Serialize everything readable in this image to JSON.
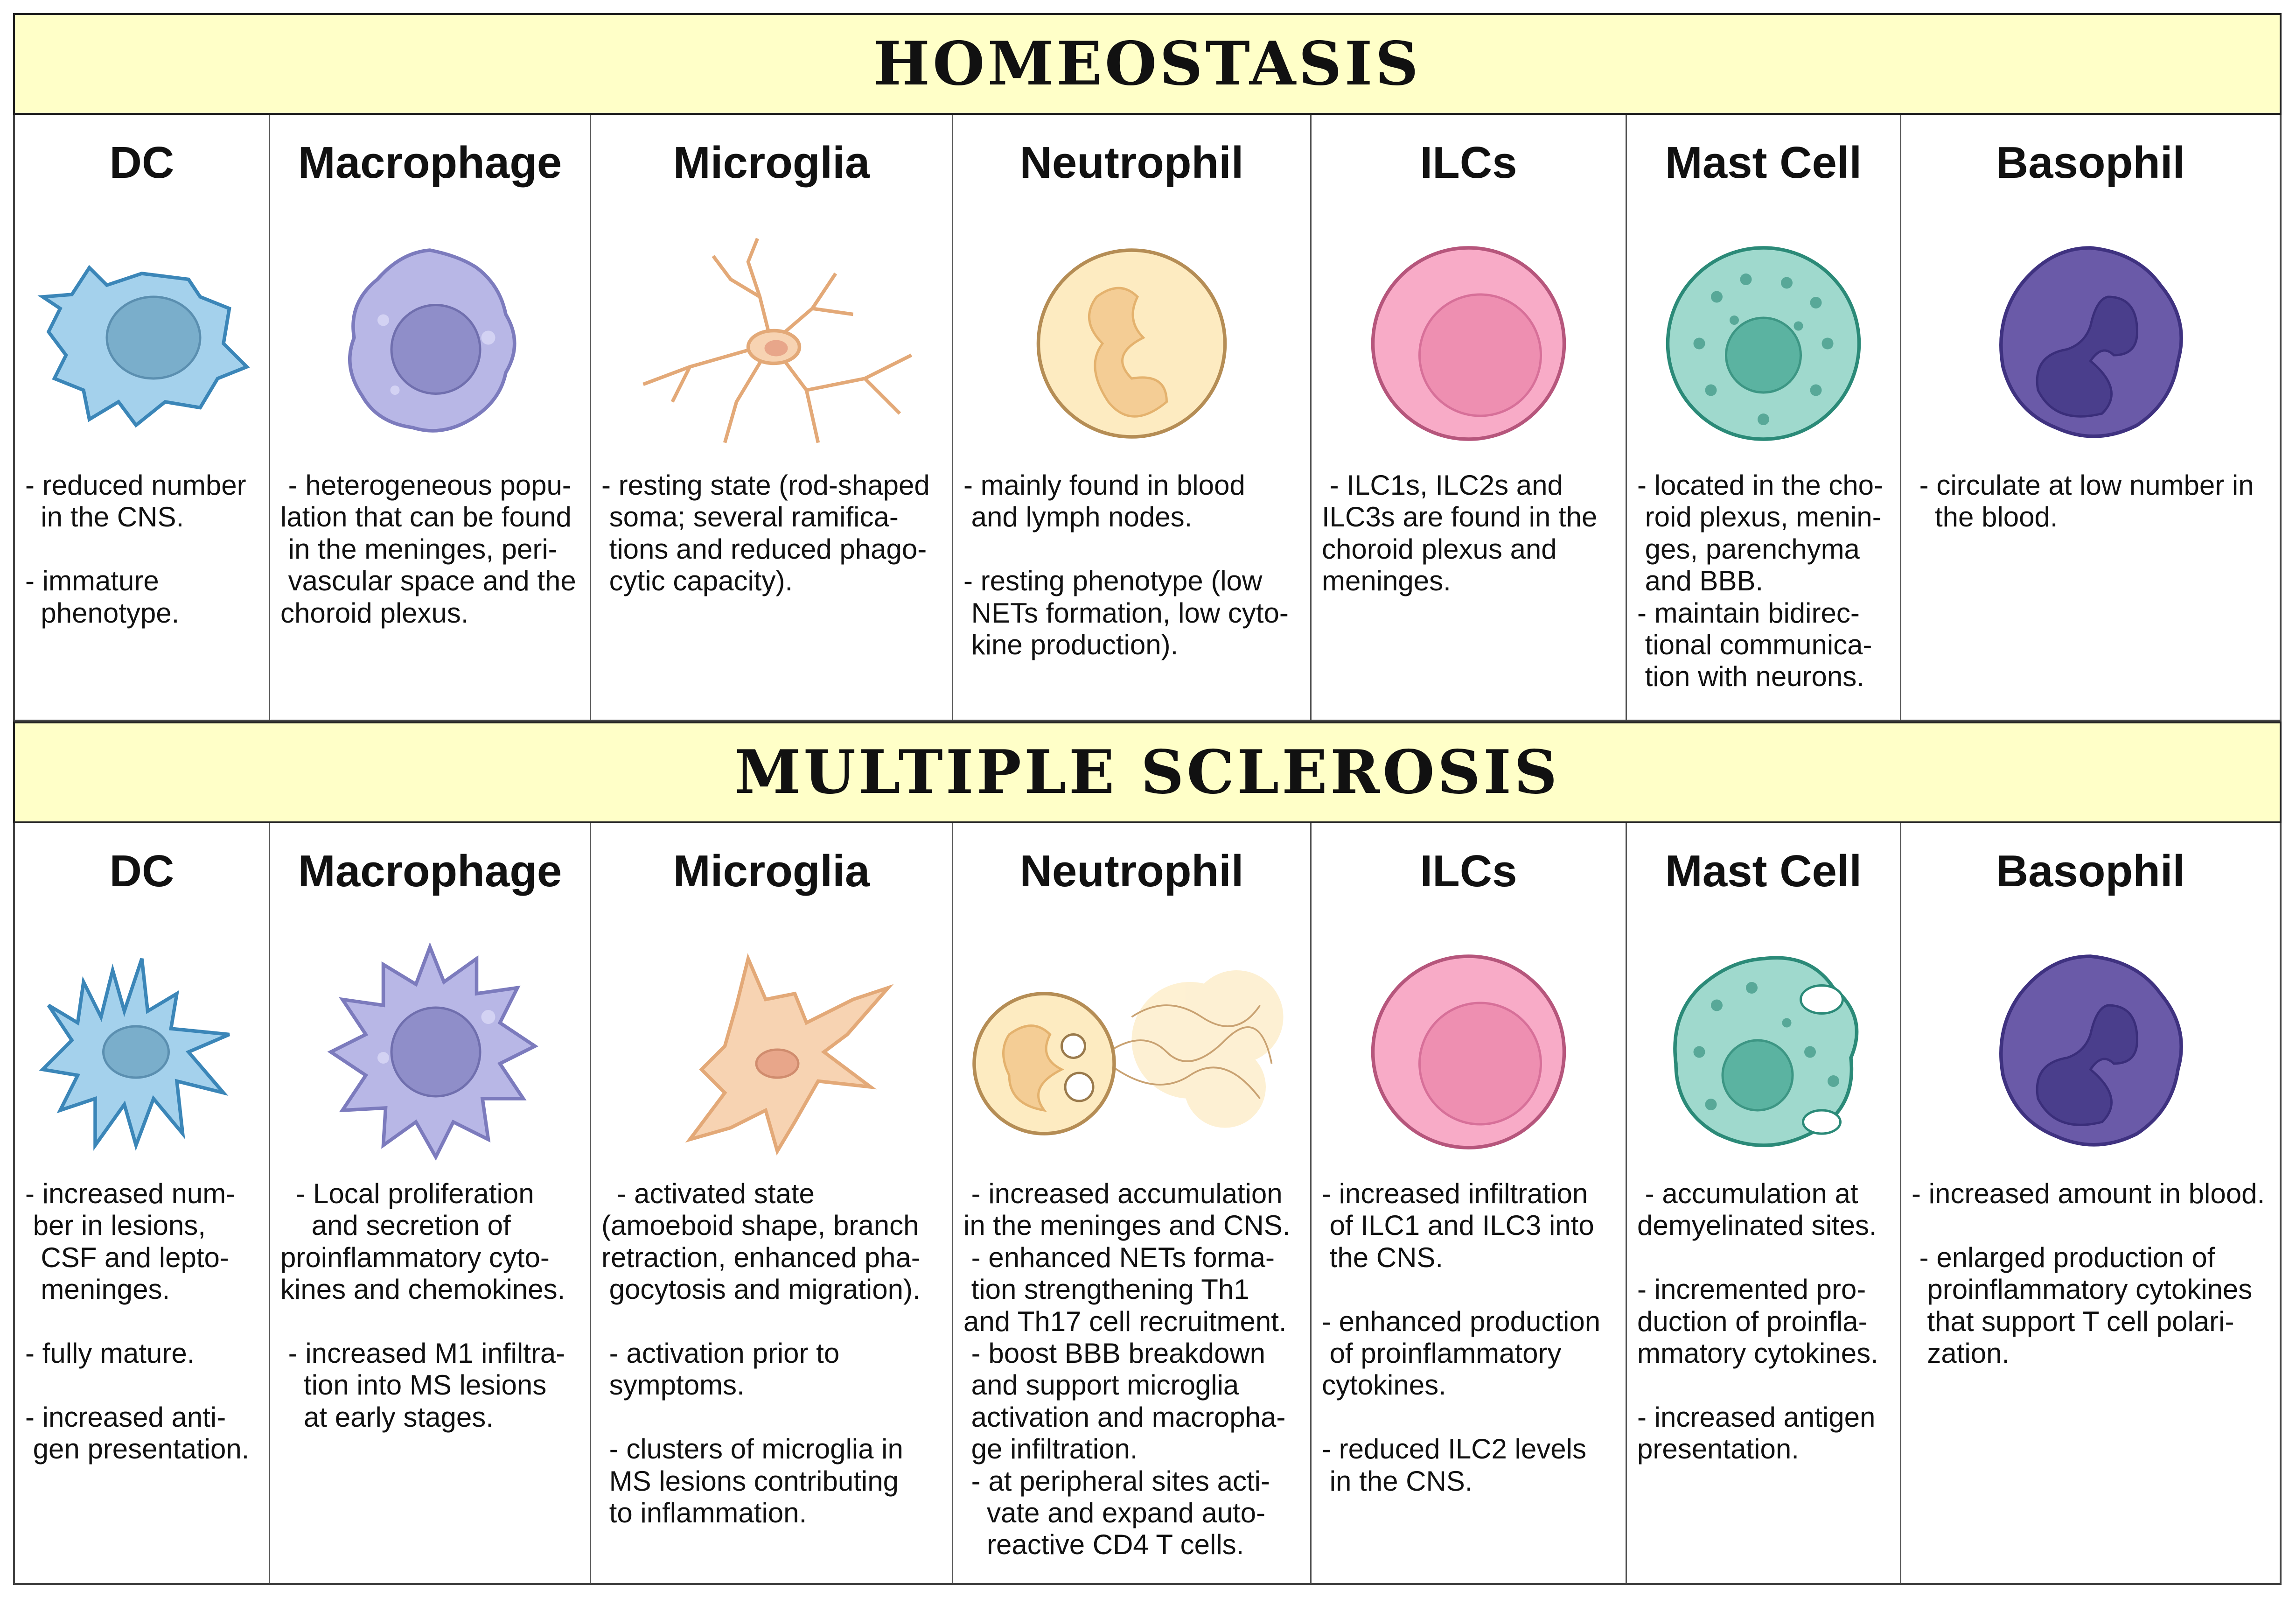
{
  "sections": [
    {
      "title": "HOMEOSTASIS",
      "cells": [
        {
          "name": "DC",
          "text": "- reduced number\n  in the CNS.\n\n- immature\n  phenotype."
        },
        {
          "name": "Macrophage",
          "text": " - heterogeneous popu-\nlation that can be found\n in the meninges, peri-\n vascular space and the\nchoroid plexus."
        },
        {
          "name": "Microglia",
          "text": "- resting state (rod-shaped\n soma; several ramifica-\n tions and reduced phago-\n cytic capacity)."
        },
        {
          "name": "Neutrophil",
          "text": "- mainly found in blood\n and lymph nodes.\n\n- resting phenotype (low\n NETs formation, low cyto-\n kine production)."
        },
        {
          "name": "ILCs",
          "text": " - ILC1s, ILC2s and\nILC3s are found in the\nchoroid plexus and\nmeninges."
        },
        {
          "name": "Mast Cell",
          "text": "- located in the cho-\n roid plexus, menin-\n ges, parenchyma\n and BBB.\n- maintain bidirec-\n tional communica-\n tion with neurons."
        },
        {
          "name": "Basophil",
          "text": " - circulate at low number in\n   the blood."
        }
      ]
    },
    {
      "title": "MULTIPLE SCLEROSIS",
      "cells": [
        {
          "name": "DC",
          "text": "- increased num-\n ber in lesions,\n  CSF and lepto-\n  meninges.\n\n- fully mature.\n\n- increased anti-\n gen presentation."
        },
        {
          "name": "Macrophage",
          "text": "  - Local proliferation\n    and secretion of\nproinflammatory cyto-\nkines and chemokines.\n\n - increased M1 infiltra-\n   tion into MS lesions\n   at early stages."
        },
        {
          "name": "Microglia",
          "text": "  - activated state\n(amoeboid shape, branch\nretraction, enhanced pha-\n gocytosis and migration).\n\n - activation prior to\n symptoms.\n\n - clusters of microglia in\n MS lesions contributing\n to inflammation."
        },
        {
          "name": "Neutrophil",
          "text": " - increased accumulation\nin the meninges and CNS.\n - enhanced NETs forma-\n tion strengthening Th1\nand Th17 cell recruitment.\n - boost BBB breakdown\n and support microglia\n activation and macropha-\n ge infiltration.\n - at peripheral sites acti-\n   vate and expand auto-\n   reactive CD4 T cells."
        },
        {
          "name": "ILCs",
          "text": "- increased infiltration\n of ILC1 and ILC3 into\n the CNS.\n\n- enhanced production\n of proinflammatory\ncytokines.\n\n- reduced ILC2 levels\n in the CNS."
        },
        {
          "name": "Mast Cell",
          "text": " - accumulation at\ndemyelinated sites.\n\n- incremented pro-\nduction of proinfla-\nmmatory cytokines.\n\n- increased antigen\npresentation."
        },
        {
          "name": "Basophil",
          "text": "- increased amount in blood.\n\n - enlarged production of\n  proinflammatory cytokines\n  that support T cell polari-\n  zation."
        }
      ]
    }
  ]
}
